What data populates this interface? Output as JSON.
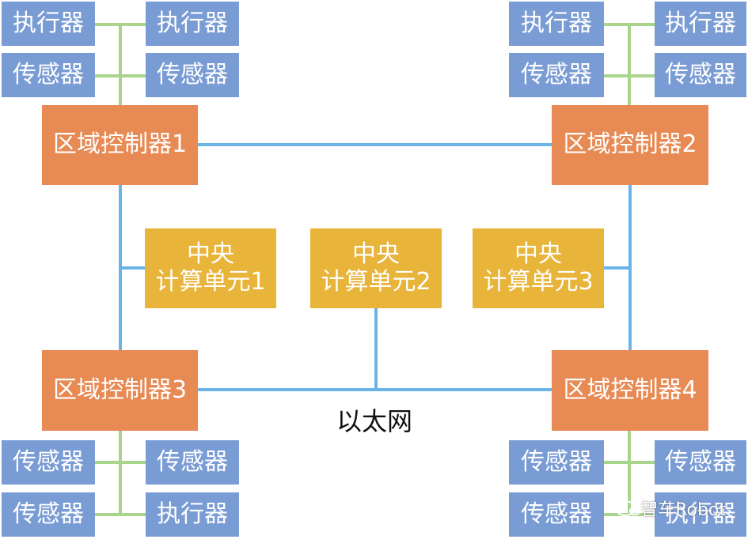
{
  "labels": {
    "actuator": "执行器",
    "sensor": "传感器"
  },
  "zones": {
    "z1": "区域控制器1",
    "z2": "区域控制器2",
    "z3": "区域控制器3",
    "z4": "区域控制器4"
  },
  "ccus": {
    "c1": {
      "line1": "中央",
      "line2": "计算单元1"
    },
    "c2": {
      "line1": "中央",
      "line2": "计算单元2"
    },
    "c3": {
      "line1": "中央",
      "line2": "计算单元3"
    }
  },
  "network_label": "以太网",
  "watermark": "智车Robot",
  "colors": {
    "sensor_box": "#7a9cd4",
    "zone_box": "#e88a54",
    "ccu_box": "#e8b43a",
    "ethernet_line": "#6ab4e8",
    "device_line": "#a8d48c"
  }
}
